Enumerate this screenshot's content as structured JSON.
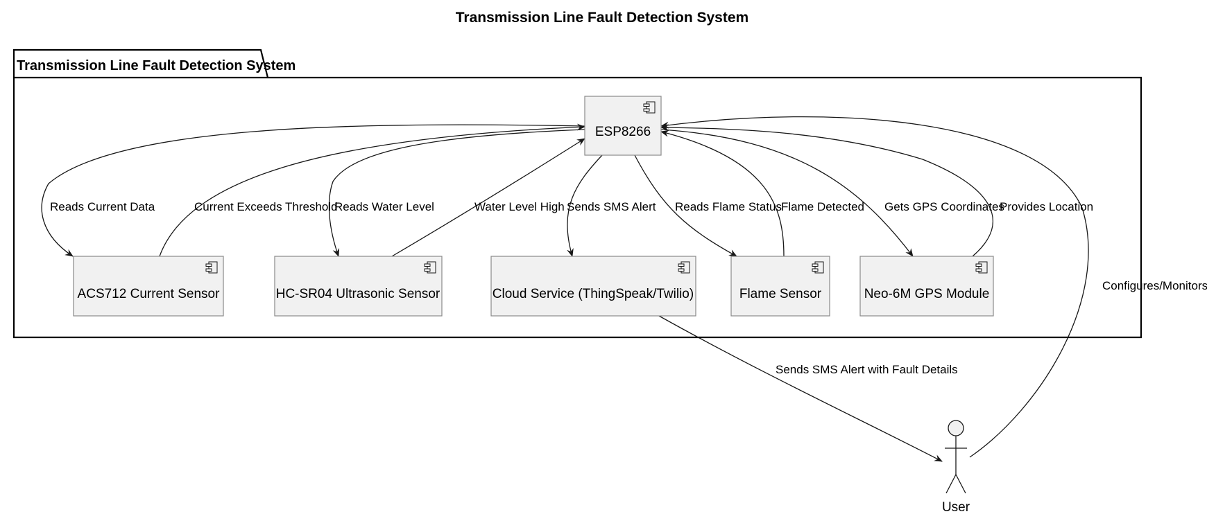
{
  "title": "Transmission Line Fault Detection System",
  "package": {
    "title": "Transmission Line Fault Detection System"
  },
  "components": {
    "esp": {
      "label": "ESP8266"
    },
    "acs": {
      "label": "ACS712 Current Sensor"
    },
    "hc": {
      "label": "HC-SR04 Ultrasonic Sensor"
    },
    "cloud": {
      "label": "Cloud Service (ThingSpeak/Twilio)"
    },
    "flame": {
      "label": "Flame Sensor"
    },
    "gps": {
      "label": "Neo-6M GPS Module"
    }
  },
  "actor": {
    "label": "User"
  },
  "edges": {
    "reads_current": "Reads Current Data",
    "current_exceeds": "Current Exceeds Threshold",
    "reads_water": "Reads Water Level",
    "water_high": "Water Level High",
    "sends_sms": "Sends SMS Alert",
    "reads_flame": "Reads Flame Status",
    "flame_detected": "Flame Detected",
    "gets_gps": "Gets GPS Coordinates",
    "provides_location": "Provides Location",
    "sms_fault_details": "Sends SMS Alert with Fault Details",
    "configures": "Configures/Monitors"
  }
}
